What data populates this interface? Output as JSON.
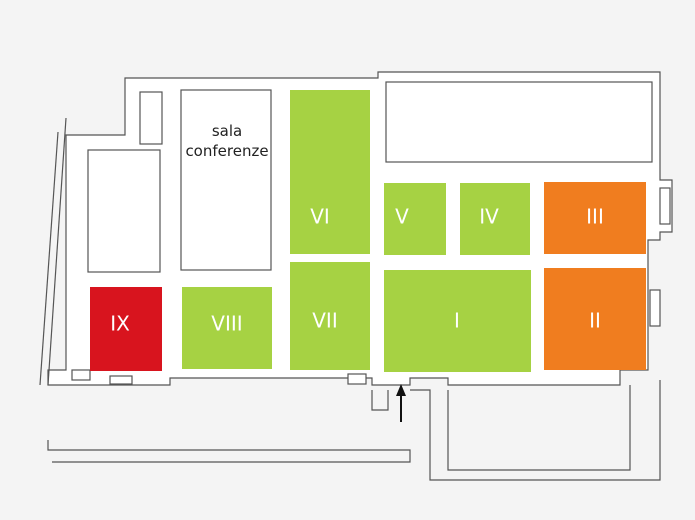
{
  "colors": {
    "green": "#a6d243",
    "orange": "#f07d1f",
    "red": "#d8141e",
    "background": "#f4f4f4",
    "wall": "#555555",
    "hall": "#ffffff"
  },
  "plan": {
    "conference_room": {
      "line1": "sala",
      "line2": "conferenze"
    },
    "rooms": [
      {
        "id": "room-i",
        "label": "I",
        "color": "green"
      },
      {
        "id": "room-ii",
        "label": "II",
        "color": "orange"
      },
      {
        "id": "room-iii",
        "label": "III",
        "color": "orange"
      },
      {
        "id": "room-iv",
        "label": "IV",
        "color": "green"
      },
      {
        "id": "room-v",
        "label": "V",
        "color": "green"
      },
      {
        "id": "room-vi",
        "label": "VI",
        "color": "green"
      },
      {
        "id": "room-vii",
        "label": "VII",
        "color": "green"
      },
      {
        "id": "room-viii",
        "label": "VIII",
        "color": "green"
      },
      {
        "id": "room-ix",
        "label": "IX",
        "color": "red"
      }
    ],
    "entrance": "entrance-arrow-icon"
  }
}
